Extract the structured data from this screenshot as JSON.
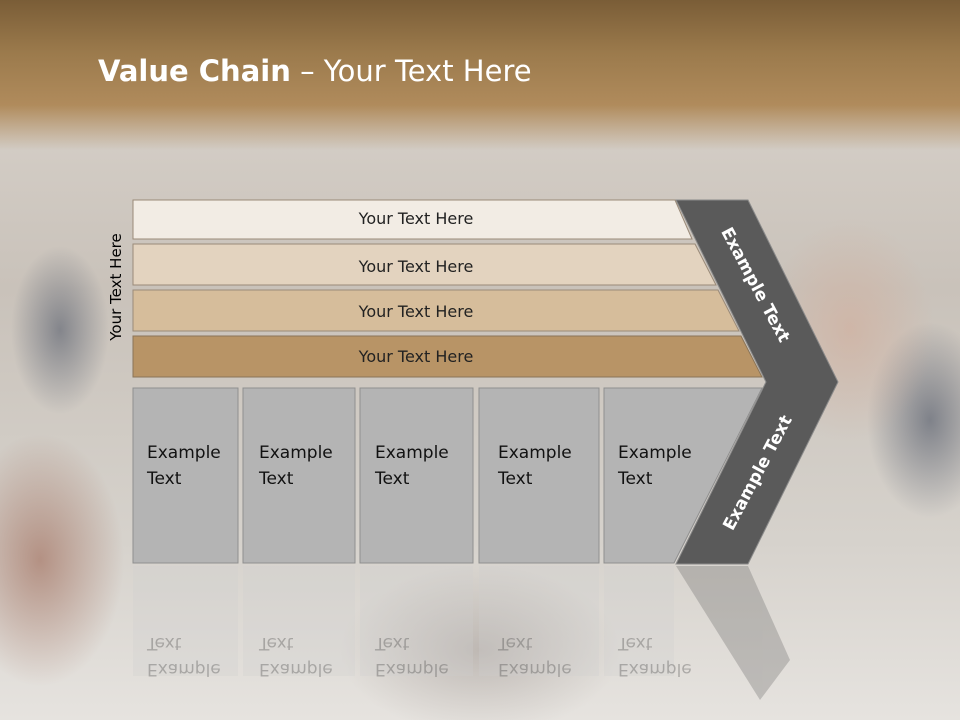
{
  "title": {
    "bold": "Value Chain",
    "rest": " – Your Text Here"
  },
  "side_label": "Your Text Here",
  "rows": [
    {
      "label": "Your Text Here",
      "color": "#f2ece4"
    },
    {
      "label": "Your Text Here",
      "color": "#e3d3bf"
    },
    {
      "label": "Your Text Here",
      "color": "#d6bd9b"
    },
    {
      "label": "Your Text Here",
      "color": "#b89466"
    }
  ],
  "columns": [
    {
      "label": "Example Text"
    },
    {
      "label": "Example Text"
    },
    {
      "label": "Example Text"
    },
    {
      "label": "Example Text"
    },
    {
      "label": "Example Text"
    }
  ],
  "arrow": {
    "top_label": "Example Text",
    "bottom_label": "Example Text",
    "color": "#5a5a5a"
  },
  "colors": {
    "title_band": "#9b7a4c",
    "cell": "#b4b4b4"
  }
}
